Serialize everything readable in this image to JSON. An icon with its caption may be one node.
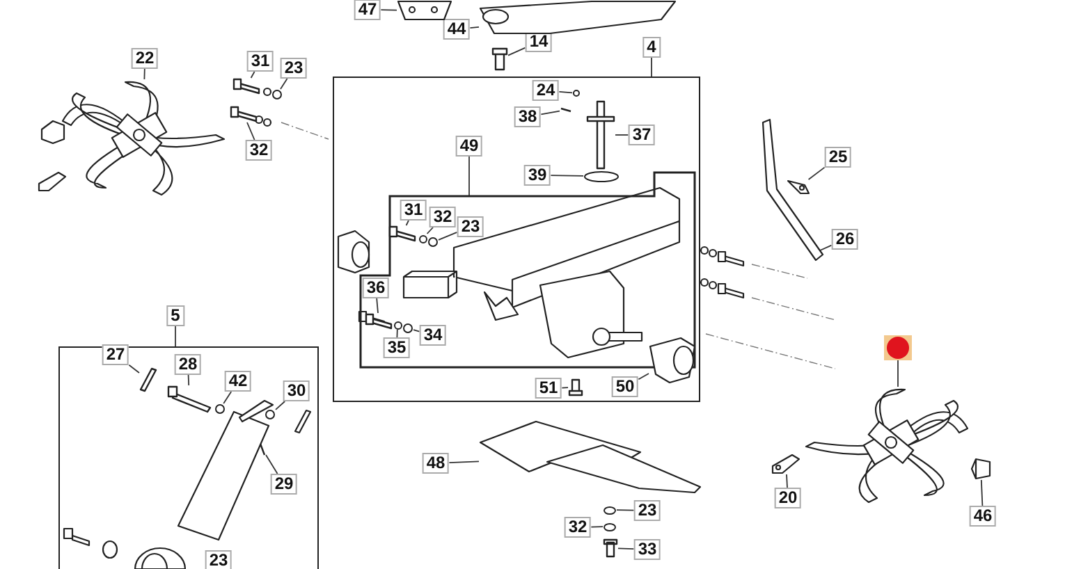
{
  "diagram": {
    "nodes": [
      {
        "text": [
          "47"
        ]
      },
      {
        "text": [
          "44"
        ]
      },
      {
        "text": [
          "14"
        ]
      },
      {
        "text": [
          "4"
        ]
      },
      {
        "text": [],
        "shape": "box"
      },
      {
        "text": [
          "22"
        ]
      },
      {
        "text": [
          "31"
        ]
      },
      {
        "text": [
          "23"
        ]
      },
      {
        "text": [
          "32"
        ]
      },
      {
        "text": [
          "24"
        ],
        "in": 4
      },
      {
        "text": [
          "38"
        ],
        "in": 4
      },
      {
        "text": [
          "37"
        ],
        "in": 4
      },
      {
        "text": [
          "49"
        ],
        "in": 4
      },
      {
        "text": [],
        "shape": "box",
        "in": 4
      },
      {
        "text": [
          "39"
        ],
        "in": 4
      },
      {
        "text": [
          "25"
        ]
      },
      {
        "text": [
          "31"
        ],
        "in": 13
      },
      {
        "text": [
          "32"
        ],
        "in": 13
      },
      {
        "text": [
          "23"
        ],
        "in": 13
      },
      {
        "text": [
          "26"
        ]
      },
      {
        "text": [
          "36"
        ],
        "in": 13
      },
      {
        "text": [
          "34"
        ],
        "in": 13
      },
      {
        "text": [
          "35"
        ],
        "in": 13
      },
      {
        "text": [
          "5"
        ]
      },
      {
        "text": [],
        "shape": "box"
      },
      {
        "text": [],
        "shape": "circle"
      },
      {
        "text": [
          "27"
        ],
        "in": 24
      },
      {
        "text": [
          "28"
        ],
        "in": 24
      },
      {
        "text": [
          "42"
        ],
        "in": 24
      },
      {
        "text": [
          "30"
        ],
        "in": 24
      },
      {
        "text": [
          "51"
        ],
        "in": 4
      },
      {
        "text": [
          "50"
        ],
        "in": 4
      },
      {
        "text": [
          "29"
        ],
        "in": 24
      },
      {
        "text": [
          "48"
        ]
      },
      {
        "text": [
          "20"
        ]
      },
      {
        "text": [
          "23"
        ]
      },
      {
        "text": [
          "46"
        ]
      },
      {
        "text": [
          "32"
        ]
      },
      {
        "text": [
          "33"
        ]
      },
      {
        "text": [
          "23"
        ],
        "in": 24
      },
      {
        "text": [],
        "shape": "picture"
      },
      {
        "text": [],
        "shape": "picture"
      },
      {
        "text": [],
        "shape": "bar"
      },
      {
        "text": [],
        "shape": "picture"
      },
      {
        "text": [],
        "shape": "bar"
      },
      {
        "text": [],
        "shape": "circle"
      },
      {
        "text": [],
        "shape": "bar"
      },
      {
        "text": [],
        "shape": "circle",
        "in": 4
      },
      {
        "text": [],
        "shape": "bar",
        "in": 4
      },
      {
        "text": [],
        "shape": "bar",
        "in": 4
      },
      {
        "text": [],
        "shape": "circle",
        "in": 4
      },
      {
        "text": [],
        "shape": "picture"
      },
      {
        "text": [],
        "shape": "picture"
      },
      {
        "text": [],
        "shape": "bar",
        "in": 13
      },
      {
        "text": [],
        "shape": "circle",
        "in": 13
      },
      {
        "text": [],
        "shape": "circle",
        "in": 13
      },
      {
        "text": [],
        "shape": "bar",
        "in": 13
      },
      {
        "text": [],
        "shape": "circle",
        "in": 13
      },
      {
        "text": [],
        "shape": "circle",
        "in": 13
      },
      {
        "text": [],
        "shape": "picture"
      },
      {
        "text": [],
        "shape": "bar",
        "in": 24
      },
      {
        "text": [],
        "shape": "bar",
        "in": 24
      },
      {
        "text": [],
        "shape": "circle",
        "in": 24
      },
      {
        "text": [],
        "shape": "circle",
        "in": 24
      },
      {
        "text": [],
        "shape": "bar",
        "in": 4
      },
      {
        "text": [],
        "shape": "cylinder",
        "in": 4
      },
      {
        "text": [],
        "shape": "bar",
        "in": 24
      },
      {
        "text": [],
        "shape": "picture"
      },
      {
        "text": [],
        "shape": "picture"
      },
      {
        "text": [],
        "shape": "circle"
      },
      {
        "text": [],
        "shape": "picture"
      },
      {
        "text": [],
        "shape": "circle"
      },
      {
        "text": [],
        "shape": "bar"
      }
    ],
    "edges": [
      {
        "from": 0,
        "to": 40,
        "arrow": "none"
      },
      {
        "from": 1,
        "to": 41,
        "arrow": "none"
      },
      {
        "from": 2,
        "to": 42,
        "arrow": "none"
      },
      {
        "from": 3,
        "to": 4,
        "arrow": "none"
      },
      {
        "from": 5,
        "to": 43,
        "arrow": "none"
      },
      {
        "from": 6,
        "to": 44,
        "arrow": "none"
      },
      {
        "from": 7,
        "to": 45,
        "arrow": "none"
      },
      {
        "from": 8,
        "to": 46,
        "arrow": "none"
      },
      {
        "from": 9,
        "to": 47,
        "arrow": "none"
      },
      {
        "from": 10,
        "to": 48,
        "arrow": "none"
      },
      {
        "from": 11,
        "to": 49,
        "arrow": "none"
      },
      {
        "from": 12,
        "to": 13,
        "arrow": "none"
      },
      {
        "from": 14,
        "to": 50,
        "arrow": "none"
      },
      {
        "from": 15,
        "to": 51,
        "arrow": "none"
      },
      {
        "from": 16,
        "to": 53,
        "arrow": "none"
      },
      {
        "from": 17,
        "to": 54,
        "arrow": "none"
      },
      {
        "from": 18,
        "to": 55,
        "arrow": "none"
      },
      {
        "from": 19,
        "to": 52,
        "arrow": "none"
      },
      {
        "from": 20,
        "to": 56,
        "arrow": "none"
      },
      {
        "from": 21,
        "to": 57,
        "arrow": "none"
      },
      {
        "from": 22,
        "to": 58,
        "arrow": "none"
      },
      {
        "from": 23,
        "to": 24,
        "arrow": "none"
      },
      {
        "from": 25,
        "to": 59,
        "arrow": "none"
      },
      {
        "from": 26,
        "to": 60,
        "arrow": "none"
      },
      {
        "from": 27,
        "to": 61,
        "arrow": "none"
      },
      {
        "from": 28,
        "to": 62,
        "arrow": "none"
      },
      {
        "from": 29,
        "to": 63,
        "arrow": "none"
      },
      {
        "from": 30,
        "to": 64,
        "arrow": "none"
      },
      {
        "from": 31,
        "to": 65,
        "arrow": "none"
      },
      {
        "from": 32,
        "to": 66,
        "arrow": "none"
      },
      {
        "from": 33,
        "to": 67,
        "arrow": "none"
      },
      {
        "from": 34,
        "to": 68,
        "arrow": "none"
      },
      {
        "from": 35,
        "to": 69,
        "arrow": "none"
      },
      {
        "from": 36,
        "to": 70,
        "arrow": "none"
      },
      {
        "from": 37,
        "to": 71,
        "arrow": "none"
      },
      {
        "from": 38,
        "to": 72,
        "arrow": "none"
      }
    ]
  }
}
